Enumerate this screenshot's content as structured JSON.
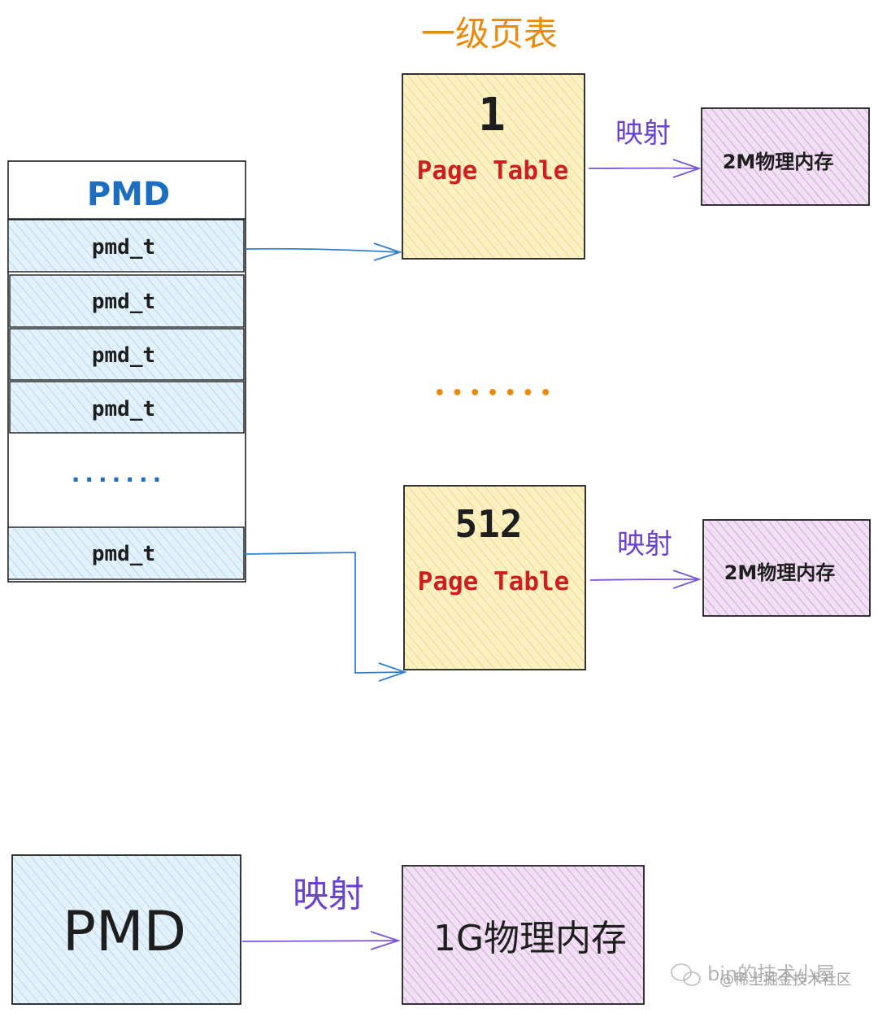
{
  "colors": {
    "blue_fill": "#e3f1fb",
    "blue_hatch": "#a8d3ef",
    "blue_text": "#1c6fc0",
    "yellow_fill": "#fdf1c4",
    "yellow_hatch": "#ecd27a",
    "purple_fill": "#f1dff3",
    "purple_hatch": "#c99ad2",
    "red_text": "#cc1f1f",
    "orange_text": "#e98a0c",
    "violet_text": "#6a42cf",
    "violet_arrow": "#7a55d8",
    "blue_arrow": "#2f7fd0",
    "ink": "#1e1e1e"
  },
  "top_label": "一级页表",
  "pmd_table": {
    "header": "PMD",
    "entries": [
      "pmd_t",
      "pmd_t",
      "pmd_t",
      "pmd_t"
    ],
    "ellipsis": ".......",
    "last_entry": "pmd_t"
  },
  "page_tables": [
    {
      "number": "1",
      "label": "Page Table"
    },
    {
      "number": "512",
      "label": "Page Table"
    }
  ],
  "middle_ellipsis": "• • • • • • •",
  "map_label": "映射",
  "memory_2m": "2M物理内存",
  "bottom": {
    "pmd": "PMD",
    "map_label": "映射",
    "memory_1g": "1G物理内存"
  },
  "watermark": {
    "line1": "bin的技术小屋",
    "line2": "@稀土掘金技术社区",
    "icon": "wechat-icon"
  }
}
